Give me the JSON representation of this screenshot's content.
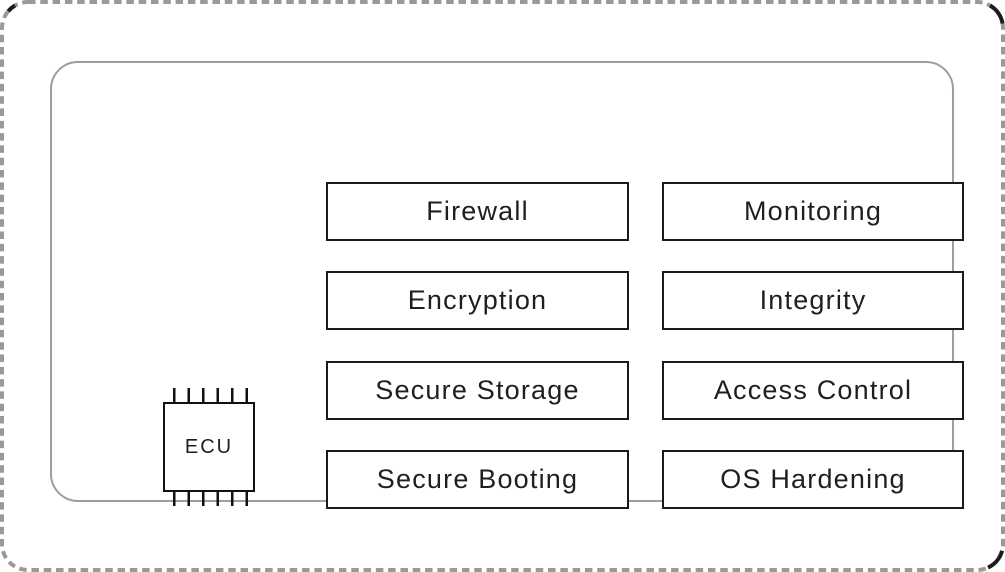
{
  "diagram": {
    "ecu_chip": {
      "label": "ECU"
    },
    "security_layers": {
      "left_column": [
        {
          "label": "Firewall"
        },
        {
          "label": "Encryption"
        },
        {
          "label": "Secure Storage"
        },
        {
          "label": "Secure Booting"
        }
      ],
      "right_column": [
        {
          "label": "Monitoring"
        },
        {
          "label": "Integrity"
        },
        {
          "label": "Access Control"
        },
        {
          "label": "OS Hardening"
        }
      ]
    },
    "colors": {
      "outer_dashed_border": "#999999",
      "outer_corner_dark": "#1c1c1c",
      "panel_border": "#9e9e9e",
      "box_border": "#1a1a1a",
      "text": "#1f1f1f",
      "background": "#ffffff"
    }
  }
}
